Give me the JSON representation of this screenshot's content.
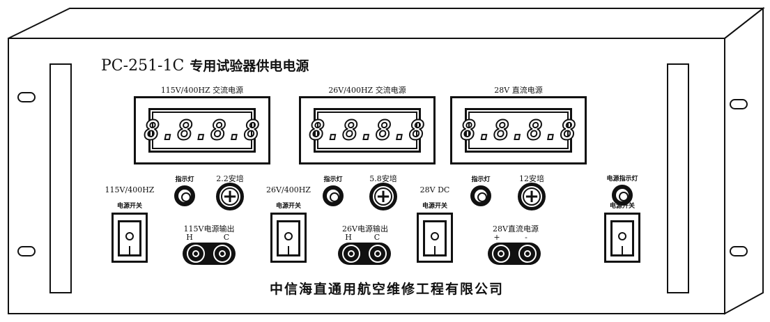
{
  "panel": {
    "model": "PC-251-1C",
    "title": "专用试验器供电电源",
    "company": "中信海直通用航空维修工程有限公司"
  },
  "displays": [
    {
      "label": "115V/400HZ 交流电源",
      "reading": "8.8.8.8"
    },
    {
      "label": "26V/400HZ 交流电源",
      "reading": "8.8.8.8"
    },
    {
      "label": "28V 直流电源",
      "reading": "8.8.8.8"
    }
  ],
  "channels": [
    {
      "name": "115V/400HZ",
      "switch_label": "电源开关",
      "lamp_label": "指示灯",
      "fuse_label": "2.2安培",
      "output_label": "115V电源输出",
      "terminals": [
        "H",
        "C"
      ]
    },
    {
      "name": "26V/400HZ",
      "switch_label": "电源开关",
      "lamp_label": "指示灯",
      "fuse_label": "5.8安培",
      "output_label": "26V电源输出",
      "terminals": [
        "H",
        "C"
      ]
    },
    {
      "name": "28V DC",
      "switch_label": "电源开关",
      "lamp_label": "指示灯",
      "fuse_label": "12安培",
      "output_label": "28V直流电源",
      "terminals": [
        "+",
        "-"
      ]
    }
  ],
  "main": {
    "lamp_label": "电源指示灯",
    "switch_label": "电源开关"
  },
  "switch_symbols": {
    "on": "I",
    "off": "O"
  }
}
